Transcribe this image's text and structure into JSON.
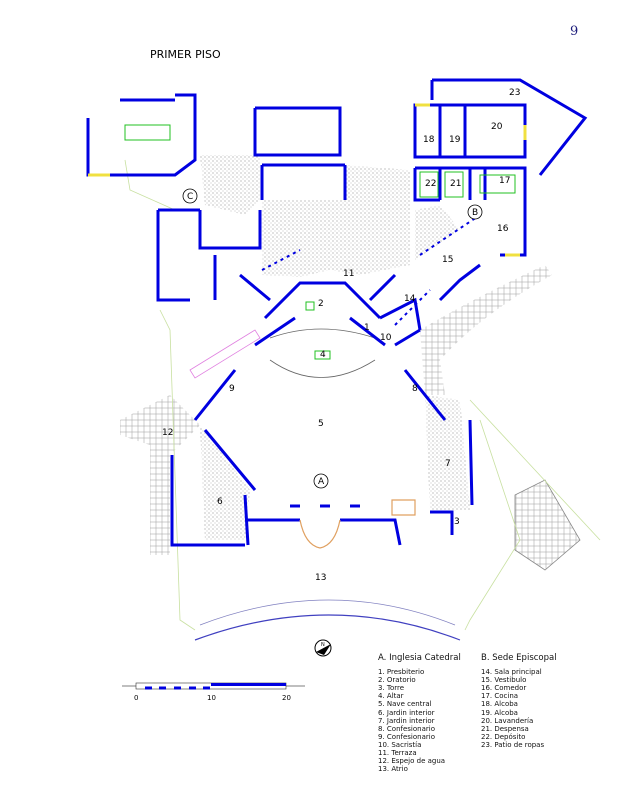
{
  "page_number": "9",
  "title": "PRIMER PISO",
  "plan_labels": {
    "n1": "1",
    "n2": "2",
    "n3": "3",
    "n4": "4",
    "n5": "5",
    "n6": "6",
    "n7": "7",
    "n8": "8",
    "n9": "9",
    "n10": "10",
    "n11": "11",
    "n12": "12",
    "n13": "13",
    "n14": "14",
    "n15": "15",
    "n16": "16",
    "n17": "17",
    "n18": "18",
    "n19": "19",
    "n20": "20",
    "n21": "21",
    "n22": "22",
    "n23": "23",
    "a": "A",
    "b": "B",
    "c": "C"
  },
  "compass": {
    "label": "N"
  },
  "scale": {
    "ticks": [
      "0",
      "10",
      "20"
    ]
  },
  "legend": {
    "a": {
      "header": "A. Inglesia Catedral",
      "items": [
        "1. Presbiterio",
        "2. Oratorio",
        "3. Torre",
        "4. Altar",
        "5. Nave central",
        "6. Jardin interior",
        "7. Jardin interior",
        "8. Confesionario",
        "9. Confesionario",
        "10. Sacristía",
        "11. Terraza",
        "12. Espejo de agua",
        "13. Atrio"
      ]
    },
    "b": {
      "header": "B. Sede Episcopal",
      "items": [
        "14. Sala principal",
        "15. Vestibulo",
        "16. Comedor",
        "17. Cocina",
        "18. Alcoba",
        "19. Alcoba",
        "20. Lavandería",
        "21. Despensa",
        "22. Depósito",
        "23. Patio de ropas"
      ]
    }
  },
  "colors": {
    "wall": "#0000e0",
    "door": "#e0a060",
    "window": "#ffff40",
    "fixture": "#20c020",
    "hatch": "#b0b0b0"
  }
}
